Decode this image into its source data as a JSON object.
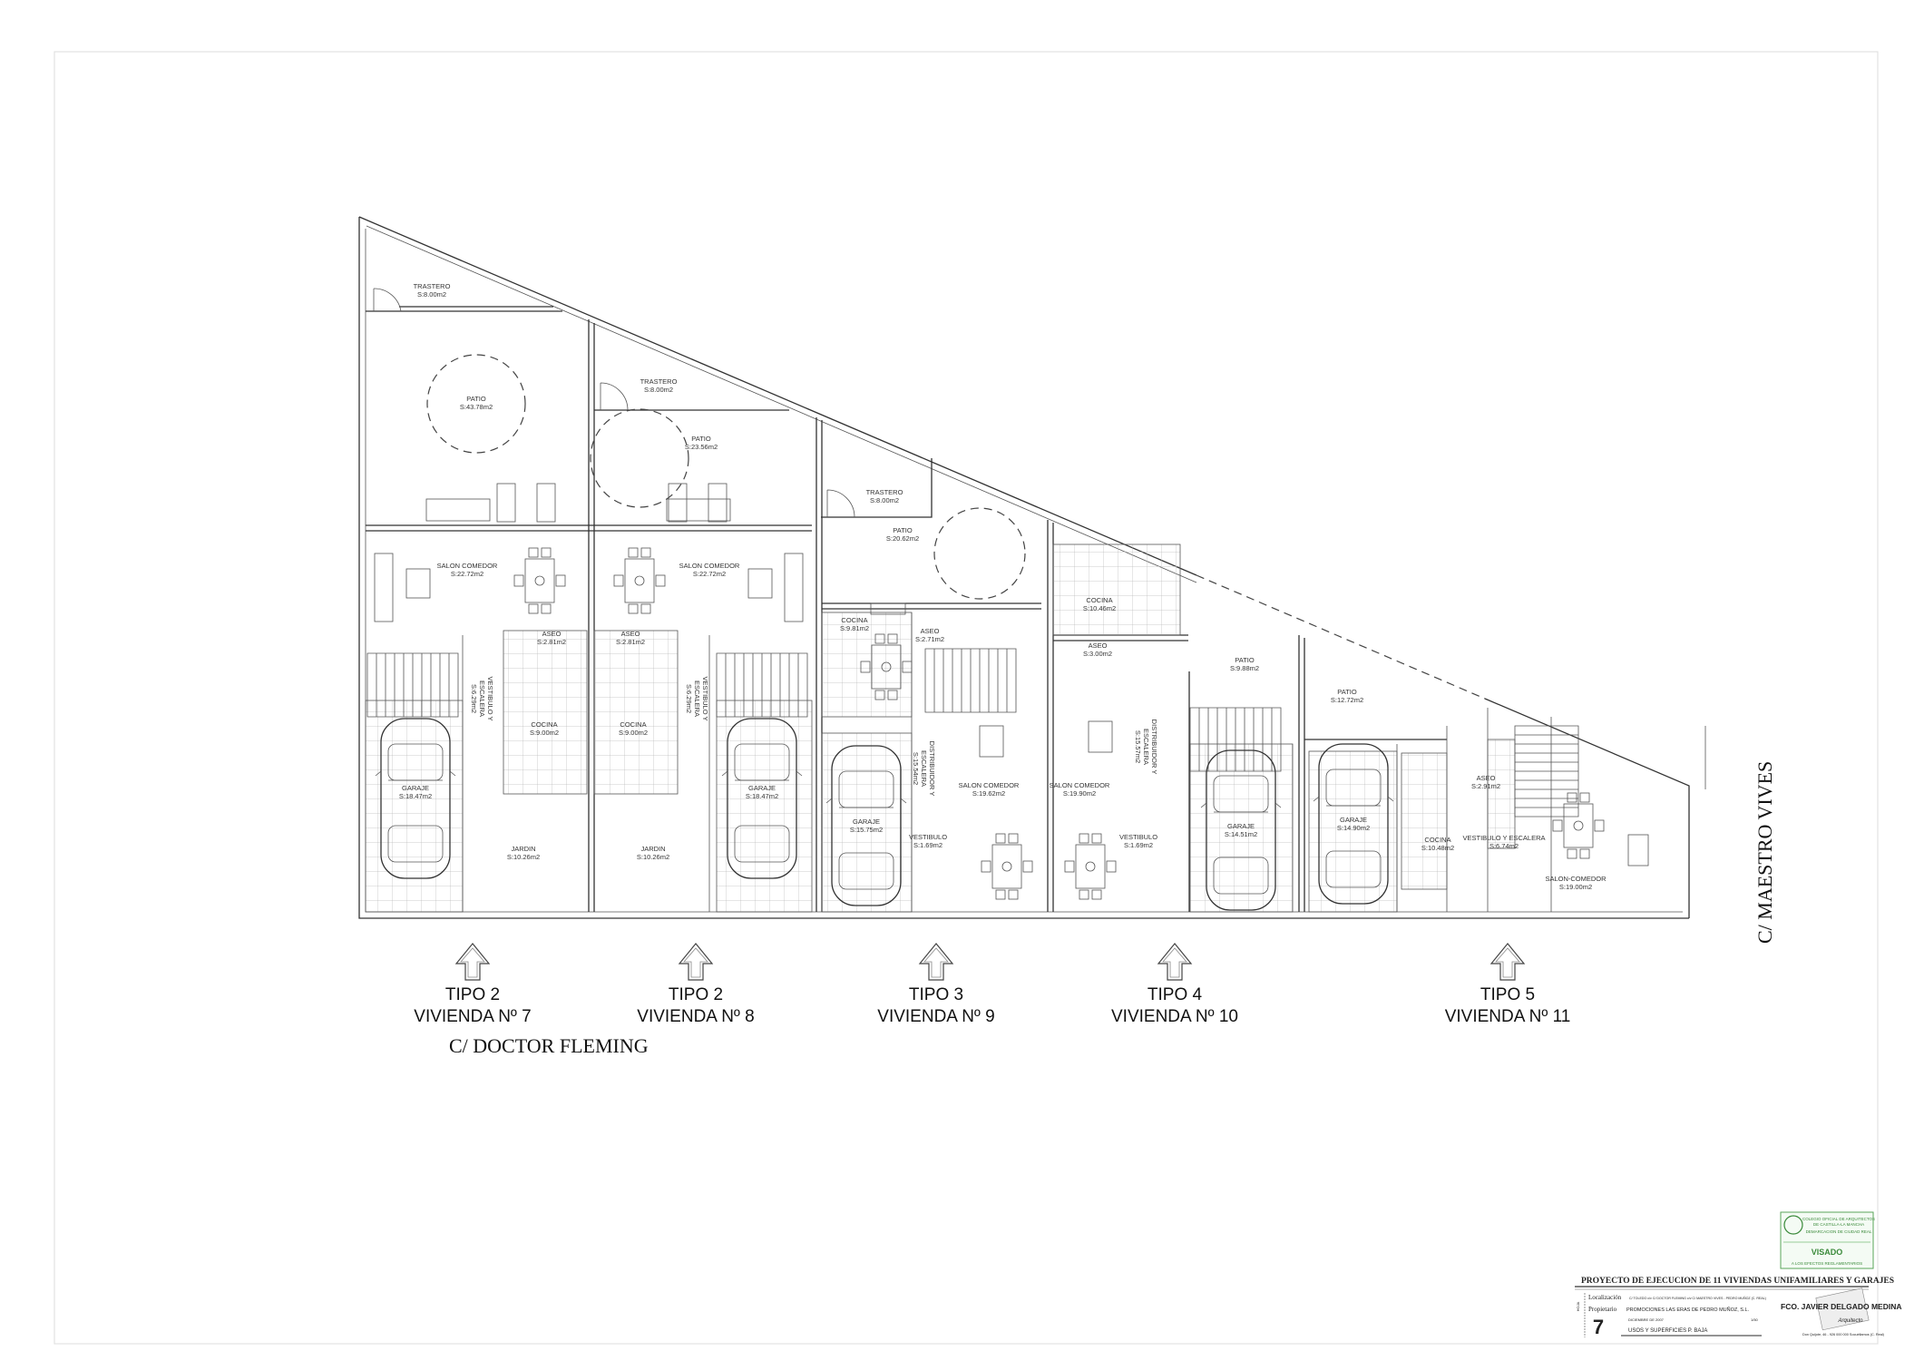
{
  "plan": {
    "units": [
      {
        "tipo": "TIPO 2",
        "vivienda": "VIVIENDA Nº 7"
      },
      {
        "tipo": "TIPO 2",
        "vivienda": "VIVIENDA Nº 8"
      },
      {
        "tipo": "TIPO 3",
        "vivienda": "VIVIENDA Nº 9"
      },
      {
        "tipo": "TIPO 4",
        "vivienda": "VIVIENDA Nº 10"
      },
      {
        "tipo": "TIPO 5",
        "vivienda": "VIVIENDA Nº 11"
      }
    ],
    "streets": {
      "bottom": "C/ DOCTOR FLEMING",
      "right": "C/ MAESTRO VIVES"
    },
    "rooms": [
      {
        "name": "TRASTERO",
        "area": "S:8.00m2"
      },
      {
        "name": "PATIO",
        "area": "S:43.78m2"
      },
      {
        "name": "TRASTERO",
        "area": "S:8.00m2"
      },
      {
        "name": "PATIO",
        "area": "S:23.56m2"
      },
      {
        "name": "TRASTERO",
        "area": "S:8.00m2"
      },
      {
        "name": "PATIO",
        "area": "S:20.62m2"
      },
      {
        "name": "COCINA",
        "area": "S:10.46m2"
      },
      {
        "name": "ASEO",
        "area": "S:3.00m2"
      },
      {
        "name": "PATIO",
        "area": "S:9.88m2"
      },
      {
        "name": "PATIO",
        "area": "S:12.72m2"
      },
      {
        "name": "SALON COMEDOR",
        "area": "S:22.72m2"
      },
      {
        "name": "SALON COMEDOR",
        "area": "S:22.72m2"
      },
      {
        "name": "ASEO",
        "area": "S:2.81m2"
      },
      {
        "name": "ASEO",
        "area": "S:2.81m2"
      },
      {
        "name": "COCINA",
        "area": "S:9.00m2"
      },
      {
        "name": "COCINA",
        "area": "S:9.00m2"
      },
      {
        "name": "GARAJE",
        "area": "S:18.47m2"
      },
      {
        "name": "GARAJE",
        "area": "S:18.47m2"
      },
      {
        "name": "JARDIN",
        "area": "S:10.26m2"
      },
      {
        "name": "JARDIN",
        "area": "S:10.26m2"
      },
      {
        "name": "COCINA",
        "area": "S:9.81m2"
      },
      {
        "name": "ASEO",
        "area": "S:2.71m2"
      },
      {
        "name": "GARAJE",
        "area": "S:15.75m2"
      },
      {
        "name": "SALON COMEDOR",
        "area": "S:19.62m2"
      },
      {
        "name": "SALON COMEDOR",
        "area": "S:19.90m2"
      },
      {
        "name": "VESTIBULO",
        "area": "S:1.69m2"
      },
      {
        "name": "VESTIBULO",
        "area": "S:1.69m2"
      },
      {
        "name": "GARAJE",
        "area": "S:14.51m2"
      },
      {
        "name": "GARAJE",
        "area": "S:14.90m2"
      },
      {
        "name": "COCINA",
        "area": "S:10.48m2"
      },
      {
        "name": "ASEO",
        "area": "S:2.91m2"
      },
      {
        "name": "VESTIBULO Y ESCALERA",
        "area": "S:6.74m2"
      },
      {
        "name": "SALON-COMEDOR",
        "area": "S:19.00m2"
      }
    ],
    "rotated_rooms": [
      {
        "name": "VESTIBULO Y",
        "name2": "ESCALERA",
        "area": "S:6.29m2"
      },
      {
        "name": "VESTIBULO Y",
        "name2": "ESCALERA",
        "area": "S:6.29m2"
      },
      {
        "name": "DISTRIBUIDOR Y",
        "name2": "ESCALERA",
        "area": "S:15.54m2"
      },
      {
        "name": "DISTRIBUIDOR Y",
        "name2": "ESCALERA",
        "area": "S:15.57m2"
      }
    ]
  },
  "title_block": {
    "title": "PROYECTO DE EJECUCION DE 11 VIVIENDAS UNIFAMILIARES Y  GARAJES",
    "sheet_label": "HOJA",
    "sheet_number": "7",
    "localizacion_label": "Localización",
    "localizacion": "C/ TOLEDO c/v C/ DOCTOR FLEMING c/v C/ MAESTRO VIVES - PEDRO MUÑOZ (C. REAL)",
    "propietario_label": "Propietario",
    "propietario": "PROMOCIONES LAS ERAS DE PEDRO MUÑOZ, S.L.",
    "date": "DICIEMBRE DE 2007",
    "scale": "1/50",
    "sheet_title": "USOS Y SUPERFICIES P. BAJA",
    "architect": "FCO. JAVIER DELGADO MEDINA",
    "architect_role": "Arquitecto",
    "address": "Don Quijote, 46 - 926 000 000 Socuéllamos (C. Real)"
  },
  "stamp": {
    "line1": "COLEGIO OFICIAL DE ARQUITECTOS",
    "line2": "DE CASTILLA-LA MANCHA",
    "line3": "DEMARCACION DE CIUDAD REAL",
    "visado": "VISADO",
    "footer": "A LOS EFECTOS REGLAMENTARIOS"
  },
  "colors": {
    "line": "#333333",
    "stamp": "#3a8a3a"
  }
}
